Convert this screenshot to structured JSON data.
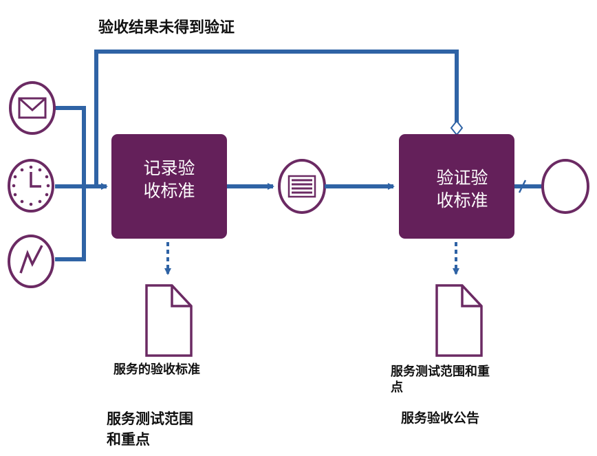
{
  "feedback_label": "验收结果未得到验证",
  "process_1": {
    "line1": "记录验",
    "line2": "收标准"
  },
  "process_2": {
    "line1": "验证验",
    "line2": "收标准"
  },
  "output_1": "服务的验收标准",
  "output_2": {
    "line1": "服务测试范围和重",
    "line2": "点"
  },
  "bottom_left": {
    "line1": "服务测试范围",
    "line2": "和重点"
  },
  "bottom_right": "服务验收公告",
  "inputs": [
    "envelope-icon",
    "clock-icon",
    "lightning-icon"
  ],
  "colors": {
    "box": "#64205a",
    "arrow": "#2f63a5",
    "outline": "#6b2a63",
    "text": "#111111",
    "box_text": "#ffffff"
  }
}
